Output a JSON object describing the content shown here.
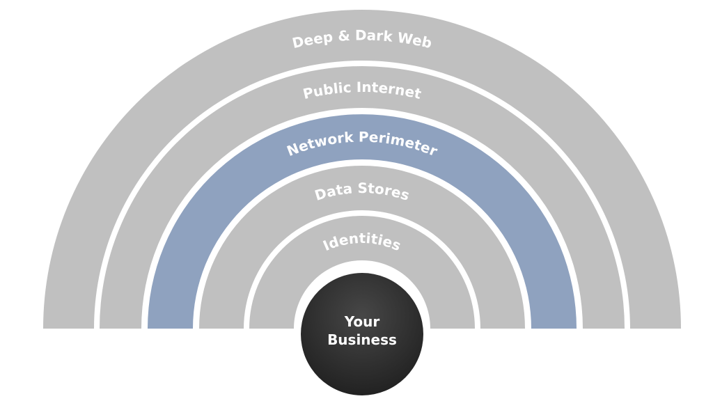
{
  "diagram": {
    "layers": [
      {
        "label": "Deep & Dark Web",
        "color": "#c0c0c0"
      },
      {
        "label": "Public Internet",
        "color": "#c0c0c0"
      },
      {
        "label": "Network Perimeter",
        "color": "#8fa2bf"
      },
      {
        "label": "Data Stores",
        "color": "#c0c0c0"
      },
      {
        "label": "Identities",
        "color": "#c0c0c0"
      }
    ],
    "center": {
      "line1": "Your",
      "line2": "Business",
      "color": "#2e2e2e"
    }
  }
}
